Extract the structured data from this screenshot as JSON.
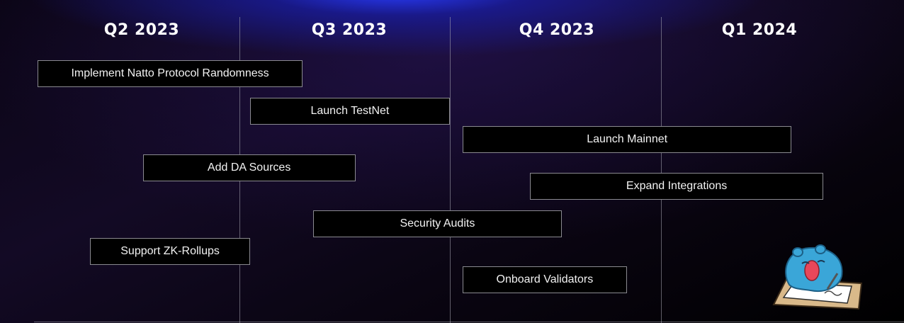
{
  "chart_data": {
    "type": "gantt",
    "columns": [
      "Q2 2023",
      "Q3 2023",
      "Q4 2023",
      "Q1 2024"
    ],
    "tasks": [
      {
        "label": "Implement Natto Protocol Randomness",
        "start": 0.04,
        "end": 1.3
      },
      {
        "label": "Launch TestNet",
        "start": 1.05,
        "end": 2.0
      },
      {
        "label": "Launch Mainnet",
        "start": 2.06,
        "end": 3.62
      },
      {
        "label": "Add DA Sources",
        "start": 0.54,
        "end": 1.55
      },
      {
        "label": "Expand Integrations",
        "start": 2.38,
        "end": 3.77
      },
      {
        "label": "Security Audits",
        "start": 1.35,
        "end": 2.53
      },
      {
        "label": "Support ZK-Rollups",
        "start": 0.29,
        "end": 1.05
      },
      {
        "label": "Onboard Validators",
        "start": 2.06,
        "end": 2.84
      }
    ]
  },
  "mascot": {
    "icon": "hippo-mascot-drawing-icon"
  }
}
